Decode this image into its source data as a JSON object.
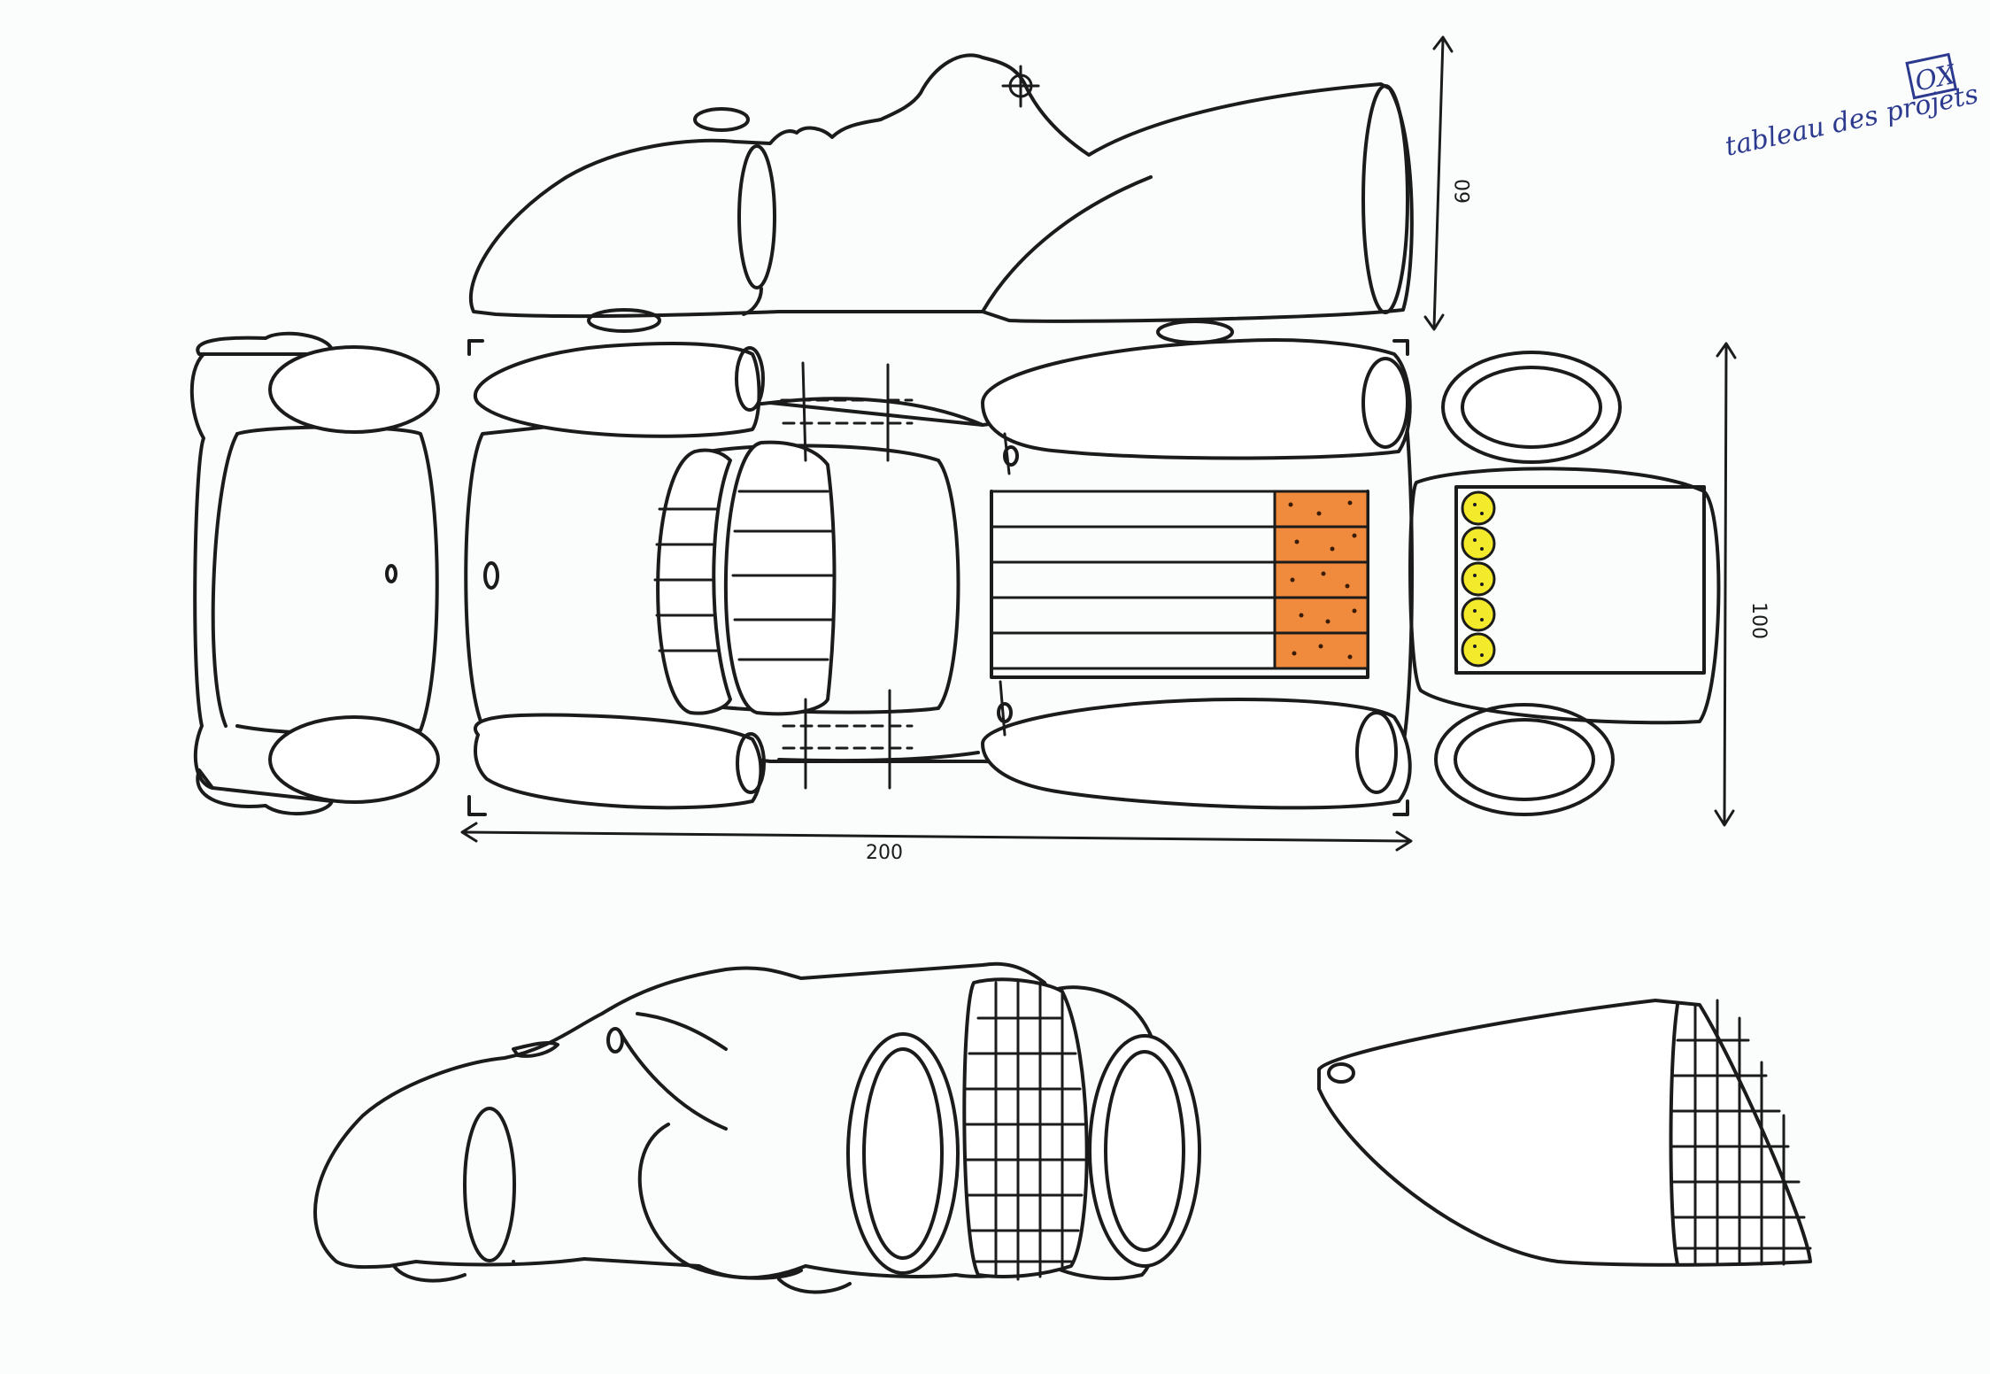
{
  "dimensions": {
    "height_top": "60",
    "width_front": "100",
    "length_plan": "200"
  },
  "note": {
    "text": "tableau des projets",
    "boxed": "OX"
  },
  "colors": {
    "ink": "#1b1b1b",
    "orange": "#f08a3c",
    "yellow": "#f2ea2a",
    "note_ink": "#2b3a8f",
    "paper": "#fbfcfc"
  },
  "icons": [
    "crosshair-icon"
  ]
}
